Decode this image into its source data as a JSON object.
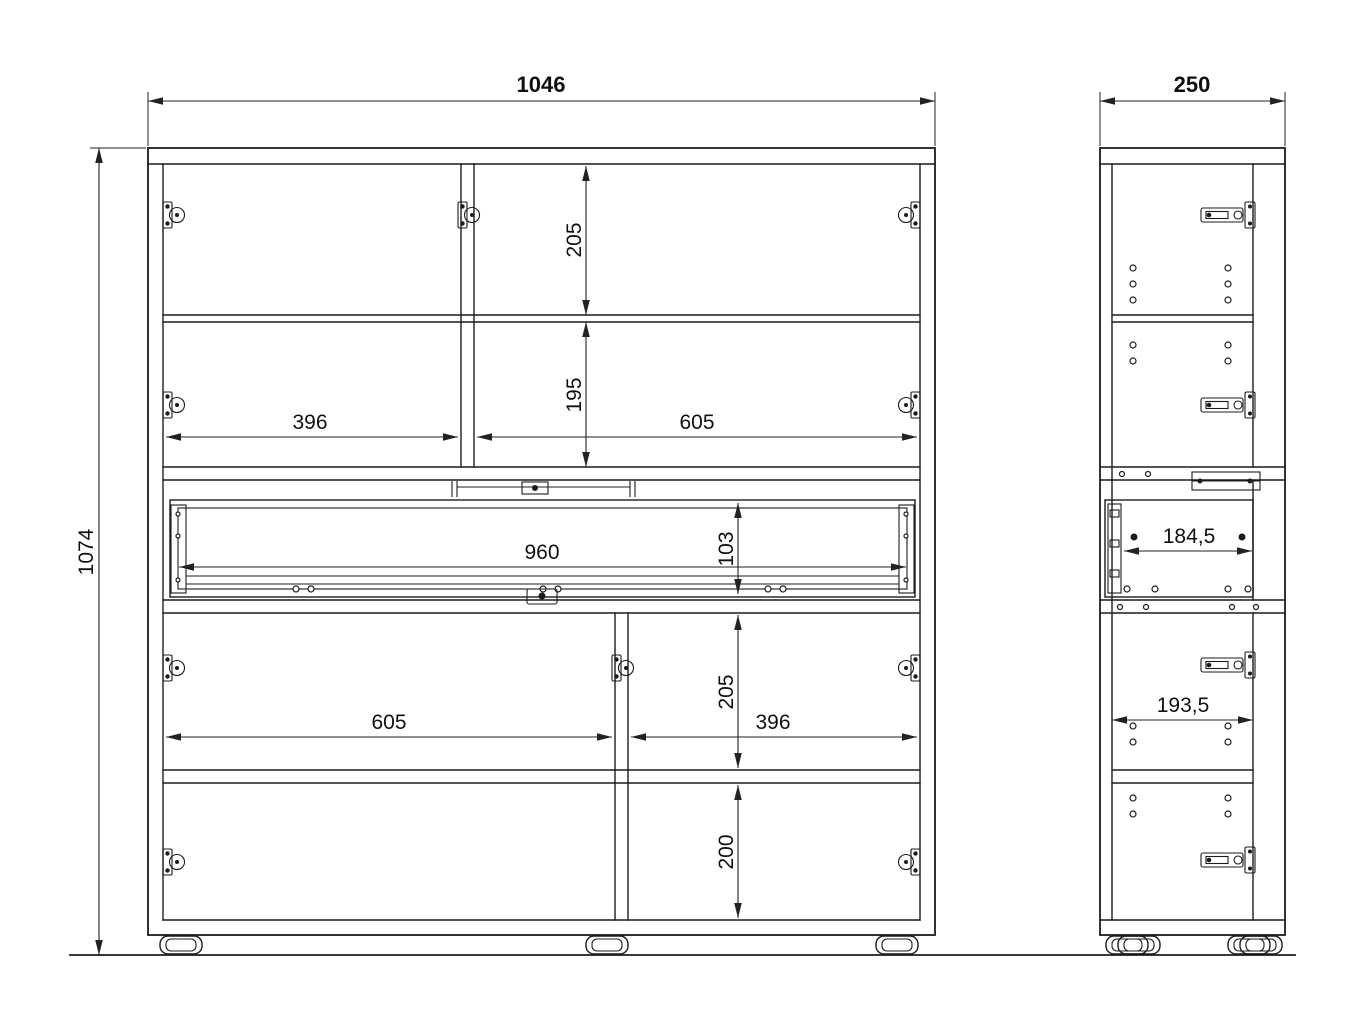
{
  "drawing": {
    "type": "furniture-technical-drawing",
    "views": {
      "front": "front elevation",
      "side": "side elevation"
    },
    "line_color": "#1c1c1c",
    "background": "#ffffff"
  },
  "dimensions": {
    "overall_width": "1046",
    "overall_depth": "250",
    "overall_height": "1074",
    "front": {
      "upper_door_height": "205",
      "upper_shelf_height": "195",
      "upper_left_door_width": "396",
      "upper_right_door_width": "605",
      "drawer_width": "960",
      "drawer_height": "103",
      "lower_door_height": "205",
      "lower_left_door_width": "605",
      "lower_right_door_width": "396",
      "lower_section_height": "200"
    },
    "side": {
      "drawer_depth": "184,5",
      "lower_depth": "193,5"
    }
  }
}
